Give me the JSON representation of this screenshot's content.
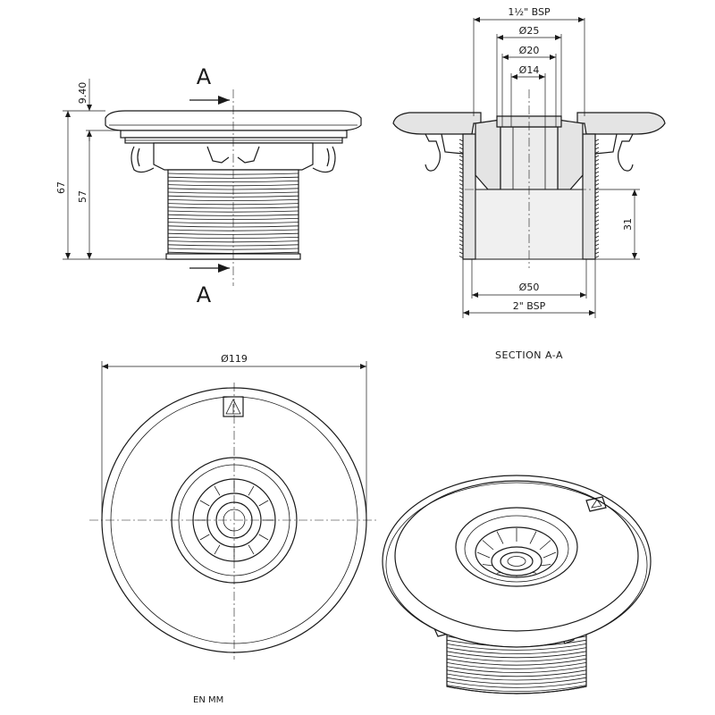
{
  "front_view": {
    "section_mark_top": "A",
    "section_mark_bottom": "A",
    "dim_flange": "9.40",
    "dim_total": "67",
    "dim_body": "57"
  },
  "section_view": {
    "dim_inlet_thread": "1½\" BSP",
    "dim_d25": "Ø25",
    "dim_d20": "Ø20",
    "dim_d14": "Ø14",
    "dim_d50": "Ø50",
    "dim_outlet_thread": "2\" BSP",
    "dim_depth": "31",
    "caption": "SECTION A-A"
  },
  "top_view": {
    "dim_diameter": "Ø119"
  },
  "footer": {
    "units_note": "EN MM"
  }
}
